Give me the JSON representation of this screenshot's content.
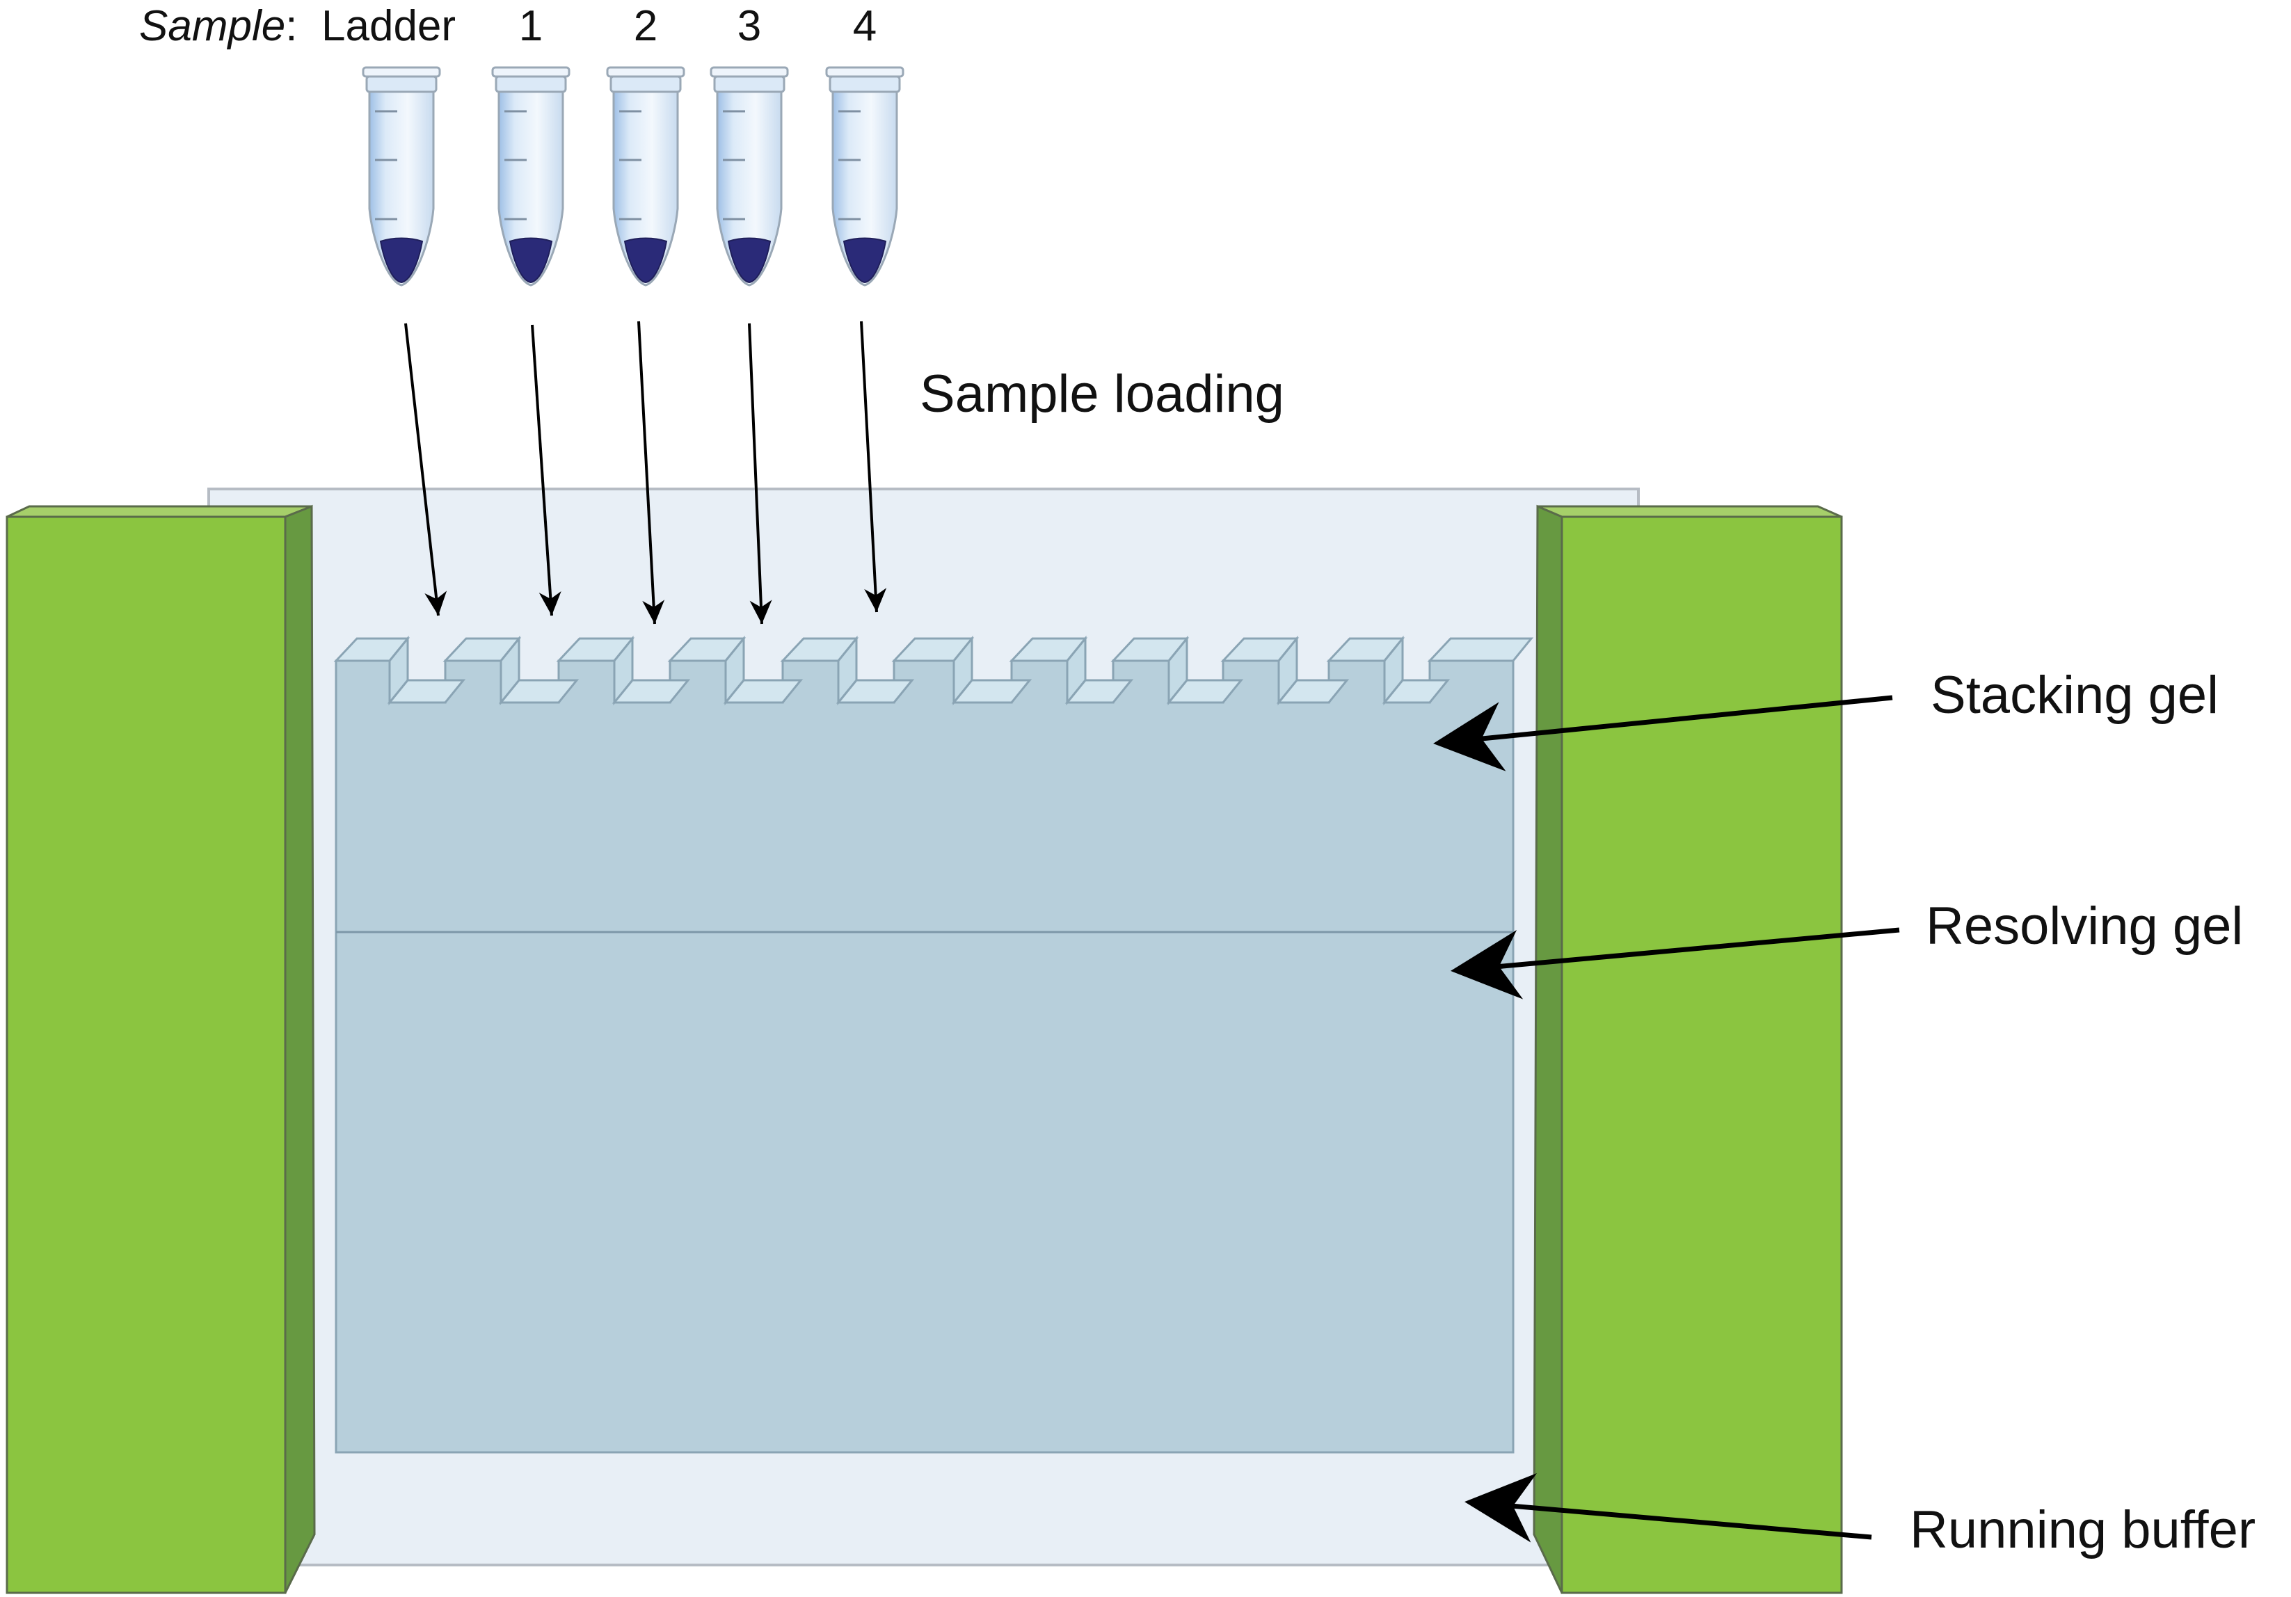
{
  "header": {
    "sample_word": "Sample",
    "colon": ":"
  },
  "tubes": [
    {
      "label": "Ladder"
    },
    {
      "label": "1"
    },
    {
      "label": "2"
    },
    {
      "label": "3"
    },
    {
      "label": "4"
    }
  ],
  "labels": {
    "sample_loading": "Sample loading",
    "stacking_gel": "Stacking gel",
    "resolving_gel": "Resolving gel",
    "running_buffer": "Running buffer"
  },
  "colors": {
    "clamp_front": "#8bc540",
    "clamp_top": "#a6cf6a",
    "clamp_side": "#679941",
    "buffer": "#e8eff6",
    "gel": "#b7cfdb",
    "well_top": "#d3e6ef",
    "sample": "#2a2a78",
    "tube_body": "#dbe9f7"
  }
}
